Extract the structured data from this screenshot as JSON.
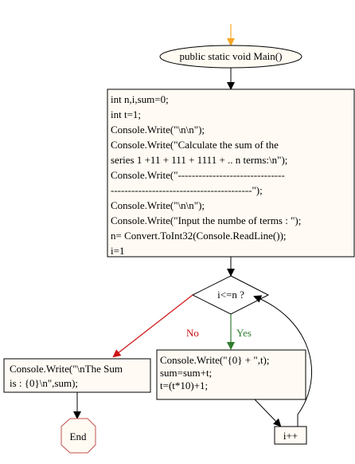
{
  "flowchart": {
    "start_label": "public static void Main()",
    "init_block_lines": [
      "int n,i,sum=0;",
      "int t=1;",
      "Console.Write(\"\\n\\n\");",
      "Console.Write(\"Calculate the sum of the",
      "series 1 +11 + 111 + 1111 + .. n terms:\\n\");",
      "Console.Write(\"-------------------------------",
      "-----------------------------------------\");",
      "Console.Write(\"\\n\\n\");",
      "Console.Write(\"Input the numbe of terms : \");",
      "n= Convert.ToInt32(Console.ReadLine());",
      "i=1"
    ],
    "decision_label": "i<=n ?",
    "yes_label": "Yes",
    "no_label": "No",
    "loop_body_lines": [
      "Console.Write(\"{0} + \",t);",
      "sum=sum+t;",
      "t=(t*10)+1;"
    ],
    "increment_label": "i++",
    "output_block_lines": [
      "Console.Write(\"\\nThe Sum",
      "is : {0}\\n\",sum);"
    ],
    "end_label": "End",
    "colors": {
      "box_fill": "#fffaf3",
      "terminal_fill": "#fffbf2",
      "start_arrow": "#f5a623",
      "yes_color": "#2e7d2e",
      "no_color": "#cc1111",
      "end_stroke": "#c0504d"
    }
  }
}
